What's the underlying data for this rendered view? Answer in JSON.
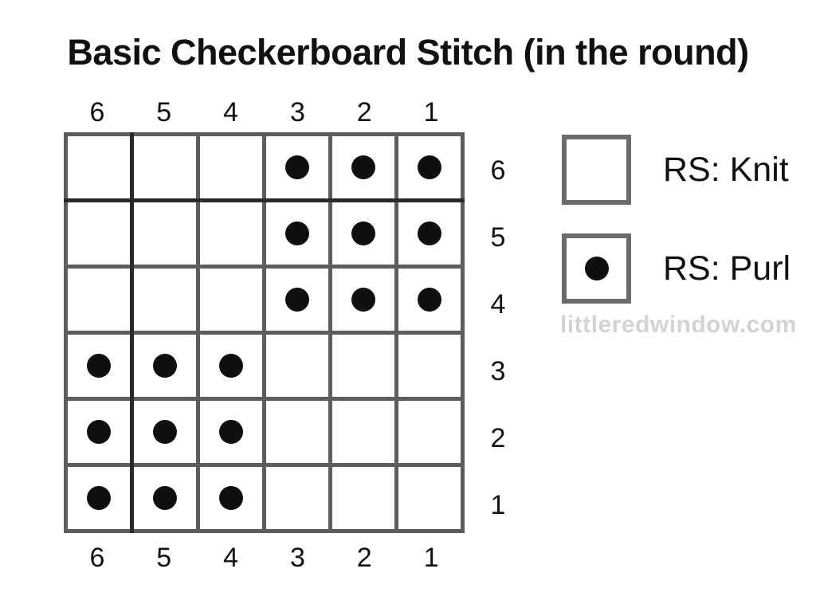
{
  "title": "Basic Checkerboard Stitch (in the round)",
  "grid": {
    "column_labels_top": [
      "6",
      "5",
      "4",
      "3",
      "2",
      "1"
    ],
    "column_labels_bottom": [
      "6",
      "5",
      "4",
      "3",
      "2",
      "1"
    ],
    "row_labels_right": [
      "6",
      "5",
      "4",
      "3",
      "2",
      "1"
    ],
    "rows": [
      {
        "label": "6",
        "stitches": [
          "K",
          "K",
          "K",
          "P",
          "P",
          "P"
        ]
      },
      {
        "label": "5",
        "stitches": [
          "K",
          "K",
          "K",
          "P",
          "P",
          "P"
        ]
      },
      {
        "label": "4",
        "stitches": [
          "K",
          "K",
          "K",
          "P",
          "P",
          "P"
        ]
      },
      {
        "label": "3",
        "stitches": [
          "P",
          "P",
          "P",
          "K",
          "K",
          "K"
        ]
      },
      {
        "label": "2",
        "stitches": [
          "P",
          "P",
          "P",
          "K",
          "K",
          "K"
        ]
      },
      {
        "label": "1",
        "stitches": [
          "P",
          "P",
          "P",
          "K",
          "K",
          "K"
        ]
      }
    ],
    "repeat_line_after_column_index": 1,
    "repeat_line_after_row_index": 1
  },
  "legend": {
    "items": [
      {
        "symbol": "empty-square",
        "label": "RS: Knit"
      },
      {
        "symbol": "square-with-dot",
        "label": "RS: Purl"
      }
    ]
  },
  "watermark": "littleredwindow.com",
  "colors": {
    "grid_line": "#5d5d5d",
    "repeat_line": "#2a2a2a",
    "dot": "#0f0f0f",
    "legend_border": "#6b6b6b",
    "watermark": "#d3d3d3",
    "text": "#111111",
    "background": "#ffffff"
  }
}
